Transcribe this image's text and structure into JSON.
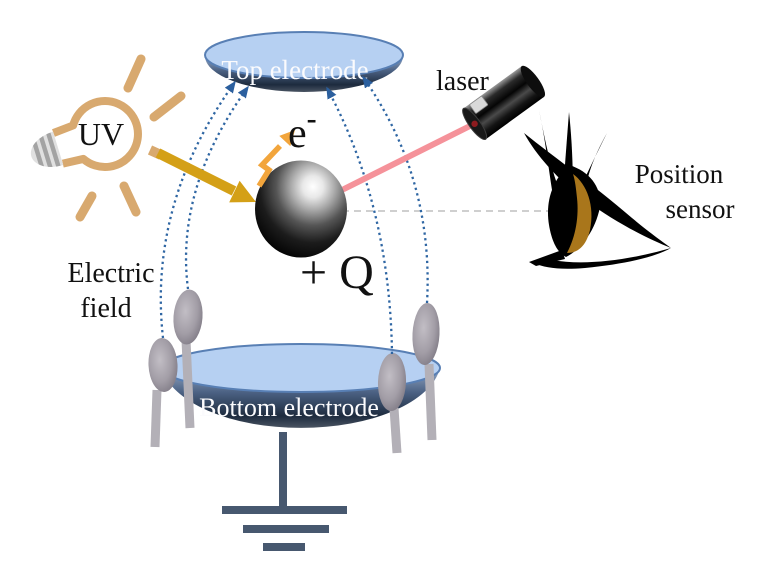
{
  "diagram": {
    "labels": {
      "top_electrode": "Top electrode",
      "bottom_electrode": "Bottom electrode",
      "uv": "UV",
      "laser": "laser",
      "electron_base": "e",
      "electron_sup": "-",
      "charge": "+ Q",
      "electric_field_line1": "Electric",
      "electric_field_line2": "field",
      "position_sensor_line1": "Position",
      "position_sensor_line2": "sensor"
    },
    "colors": {
      "electrode_face": "#b6d0f2",
      "electrode_rim": "#587fb4",
      "field_line": "#2f66a3",
      "field_arrow": "#2b5f9e",
      "uv_bulb_outline": "#d8a96f",
      "uv_arrow": "#d4a017",
      "electron_bolt": "#f2a53c",
      "laser_beam": "#f5929a",
      "iris": "#a9761b",
      "ground": "#47586f",
      "sight_line": "#cfcfcf"
    }
  }
}
